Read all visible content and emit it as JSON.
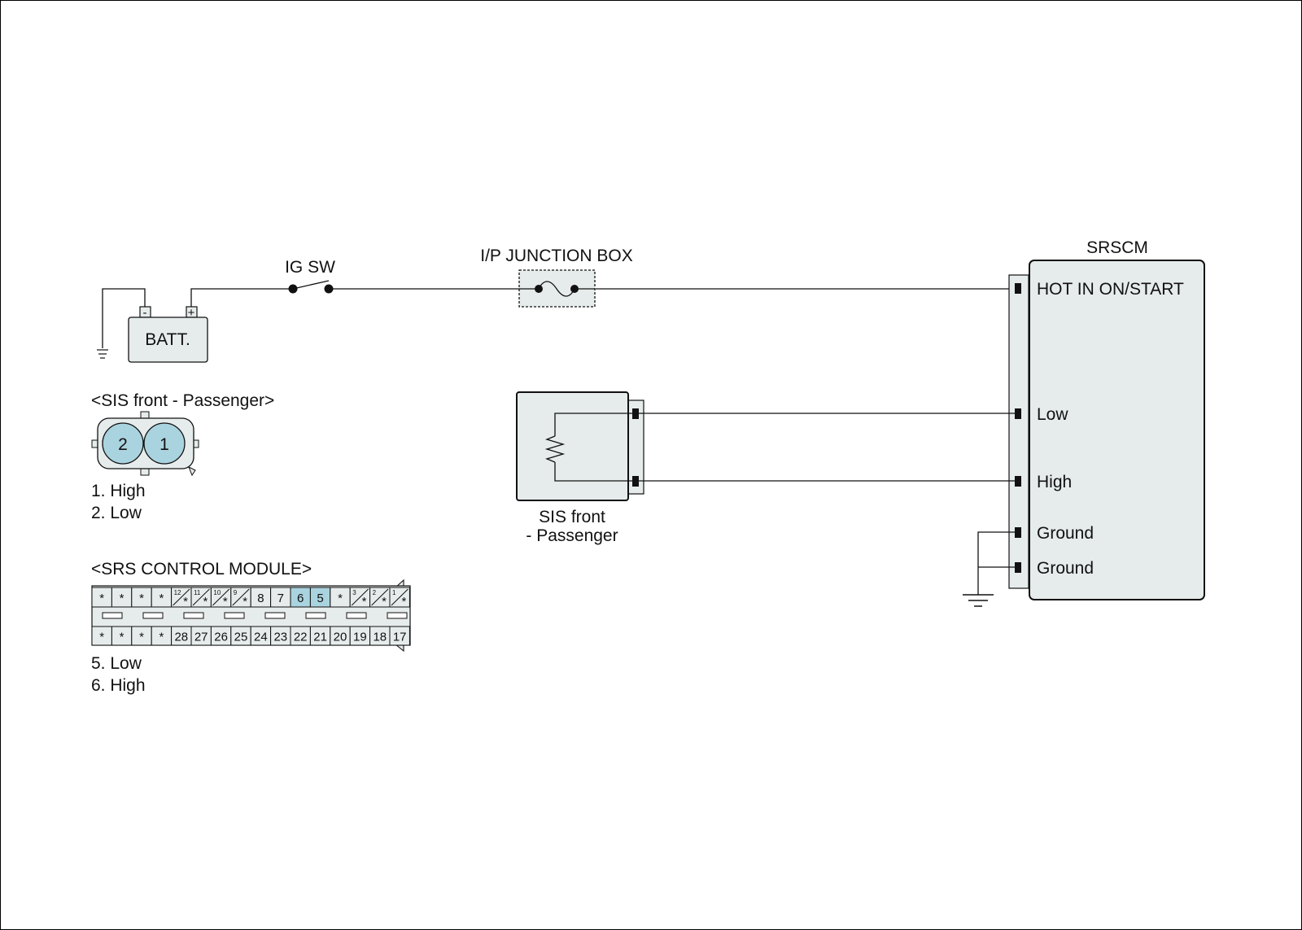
{
  "colors": {
    "line": "#111111",
    "component_fill": "#e6eceb",
    "pin_highlight": "#a9d3df"
  },
  "ig_switch": {
    "label": "IG SW"
  },
  "battery": {
    "label": "BATT.",
    "minus": "-",
    "plus": "+"
  },
  "junction_box": {
    "label": "I/P JUNCTION BOX"
  },
  "srscm": {
    "title": "SRSCM",
    "pins": {
      "hot": "HOT IN ON/START",
      "low": "Low",
      "high": "High",
      "ground1": "Ground",
      "ground2": "Ground"
    }
  },
  "sis_component": {
    "label_line1": "SIS front",
    "label_line2": "- Passenger"
  },
  "sis_connector": {
    "title": "<SIS front - Passenger>",
    "pins": [
      "2",
      "1"
    ],
    "legend": [
      "1. High",
      "2. Low"
    ]
  },
  "srs_connector": {
    "title": "<SRS CONTROL MODULE>",
    "top_row": [
      "*",
      "*",
      "*",
      "*",
      "12",
      "11",
      "10",
      "9",
      "8",
      "7",
      "6",
      "5",
      "*",
      "3",
      "2",
      "1"
    ],
    "bottom_row": [
      "*",
      "*",
      "*",
      "*",
      "28",
      "27",
      "26",
      "25",
      "24",
      "23",
      "22",
      "21",
      "20",
      "19",
      "18",
      "17"
    ],
    "legend": [
      "5. Low",
      "6. High"
    ]
  }
}
